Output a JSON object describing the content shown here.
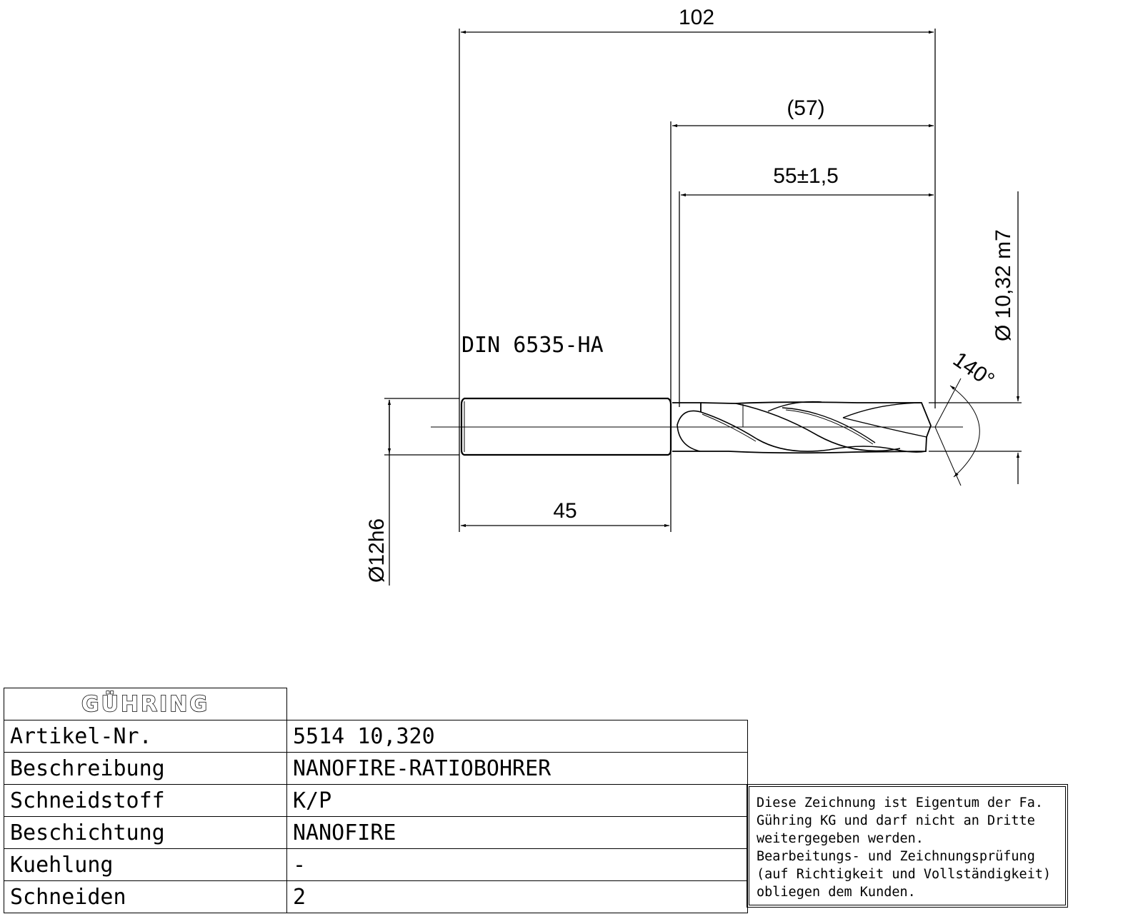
{
  "drawing": {
    "standard": "DIN 6535-HA",
    "dimensions": {
      "overall_length": "102",
      "flute_reference_length": "(57)",
      "flute_length": "55±1,5",
      "shank_length": "45",
      "shank_diameter": "Ø12h6",
      "cutting_diameter": "Ø 10,32 m7",
      "point_angle": "140°"
    }
  },
  "title_block": {
    "logo": "GÜHRING",
    "rows": [
      {
        "label": "Artikel-Nr.",
        "value": "5514 10,320"
      },
      {
        "label": "Beschreibung",
        "value": "NANOFIRE-RATIOBOHRER"
      },
      {
        "label": "Schneidstoff",
        "value": "K/P"
      },
      {
        "label": "Beschichtung",
        "value": "NANOFIRE"
      },
      {
        "label": "Kuehlung",
        "value": "-"
      },
      {
        "label": "Schneiden",
        "value": "2"
      }
    ]
  },
  "disclaimer": {
    "lines": [
      "Diese Zeichnung ist Eigentum der Fa.",
      "Gühring KG und darf nicht an Dritte",
      "weitergegeben werden.",
      "Bearbeitungs- und Zeichnungsprüfung",
      "(auf Richtigkeit und Vollständigkeit)",
      "obliegen dem Kunden."
    ]
  }
}
